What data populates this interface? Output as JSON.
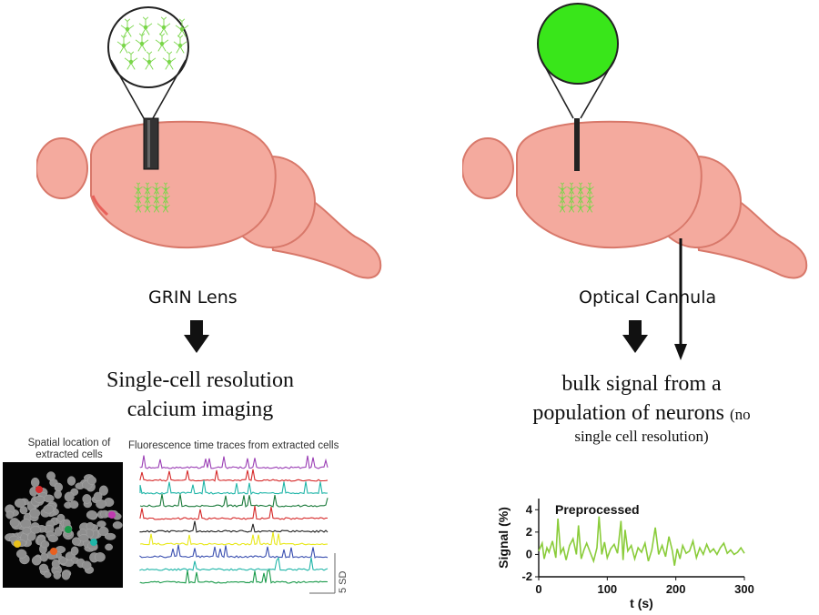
{
  "left": {
    "lens_label": "GRIN Lens",
    "desc_line1": "Single-cell resolution",
    "desc_line2": "calcium imaging",
    "spatial_title_line1": "Spatial location of",
    "spatial_title_line2": "extracted cells",
    "traces_title": "Fluorescence time traces from extracted cells",
    "scale_label": "5 SD",
    "trace_colors": [
      "#9b3fb5",
      "#d62a2a",
      "#1fb5a8",
      "#1a7a3a",
      "#d62a2a",
      "#222222",
      "#e8e81a",
      "#3a4fb0",
      "#1fb5a8",
      "#1a9a4a"
    ]
  },
  "right": {
    "cannula_label": "Optical Cannula",
    "desc_line1": "bulk signal from a",
    "desc_line2_main": "population of neurons",
    "desc_line2_small": "(no",
    "desc_line3": "single cell resolution)",
    "plot_title": "Preprocessed",
    "xlabel": "t (s)",
    "ylabel": "Signal (%)",
    "xticks": [
      "0",
      "100",
      "200",
      "300"
    ],
    "yticks": [
      "4",
      "2",
      "0",
      "-2"
    ]
  },
  "colors": {
    "brain": "#f4aa9e",
    "brain_edge": "#d8786a",
    "neuron": "#7ad64a",
    "circle_fill": "#39e61a"
  },
  "chart_data": {
    "type": "line",
    "title": "Preprocessed",
    "xlabel": "t (s)",
    "ylabel": "Signal (%)",
    "xlim": [
      0,
      300
    ],
    "ylim": [
      -2,
      5
    ],
    "series": [
      {
        "x": [
          0,
          5,
          8,
          12,
          15,
          20,
          25,
          28,
          32,
          36,
          40,
          45,
          50,
          55,
          58,
          62,
          66,
          70,
          75,
          80,
          85,
          88,
          92,
          96,
          100,
          105,
          110,
          115,
          120,
          123,
          126,
          130,
          135,
          140,
          145,
          150,
          155,
          160,
          165,
          170,
          175,
          180,
          185,
          190,
          195,
          198,
          202,
          206,
          210,
          215,
          220,
          225,
          230,
          235,
          240,
          245,
          250,
          255,
          260,
          265,
          270,
          275,
          280,
          285,
          290,
          295,
          300
        ],
        "y": [
          0.3,
          1.0,
          -0.4,
          0.6,
          0.2,
          1.2,
          -0.3,
          3.2,
          0.1,
          0.6,
          -0.5,
          0.8,
          1.4,
          0.0,
          2.6,
          -0.4,
          0.4,
          1.0,
          0.2,
          -0.6,
          0.6,
          3.4,
          0.0,
          1.1,
          -0.3,
          0.5,
          0.9,
          0.1,
          3.0,
          -0.5,
          2.2,
          0.3,
          0.8,
          -0.4,
          0.6,
          0.2,
          1.0,
          -0.6,
          0.4,
          2.4,
          0.0,
          0.8,
          -0.2,
          1.6,
          0.3,
          -1.0,
          0.5,
          -0.4,
          0.8,
          0.1,
          0.3,
          1.2,
          -0.3,
          0.6,
          0.0,
          0.9,
          0.2,
          0.5,
          0.0,
          0.6,
          1.0,
          0.1,
          0.4,
          0.0,
          0.2,
          0.6,
          0.1
        ]
      }
    ]
  }
}
